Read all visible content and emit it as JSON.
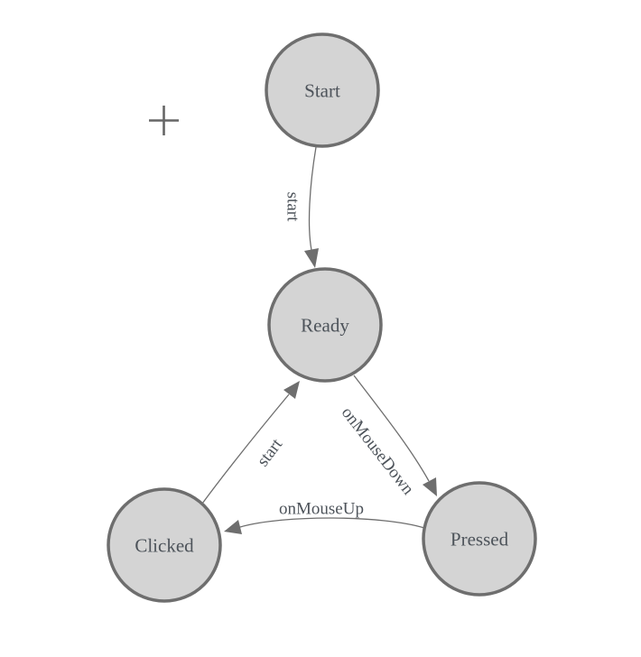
{
  "diagram": {
    "type": "state-machine",
    "colors": {
      "canvas_bg": "#ffffff",
      "node_fill": "#d4d4d4",
      "node_stroke": "#6e6e6e",
      "edge_stroke": "#6e6e6e",
      "label_text": "#4d535a",
      "cursor_color": "#666666"
    },
    "cursor": {
      "icon": "plus-crosshair"
    },
    "nodes": [
      {
        "id": "start",
        "label": "Start"
      },
      {
        "id": "ready",
        "label": "Ready"
      },
      {
        "id": "clicked",
        "label": "Clicked"
      },
      {
        "id": "pressed",
        "label": "Pressed"
      }
    ],
    "edges": [
      {
        "id": "start-to-ready",
        "from": "Start",
        "to": "Ready",
        "label": "start"
      },
      {
        "id": "ready-to-pressed",
        "from": "Ready",
        "to": "Pressed",
        "label": "onMouseDown"
      },
      {
        "id": "pressed-to-clicked",
        "from": "Pressed",
        "to": "Clicked",
        "label": "onMouseUp"
      },
      {
        "id": "clicked-to-ready",
        "from": "Clicked",
        "to": "Ready",
        "label": "start"
      }
    ]
  }
}
